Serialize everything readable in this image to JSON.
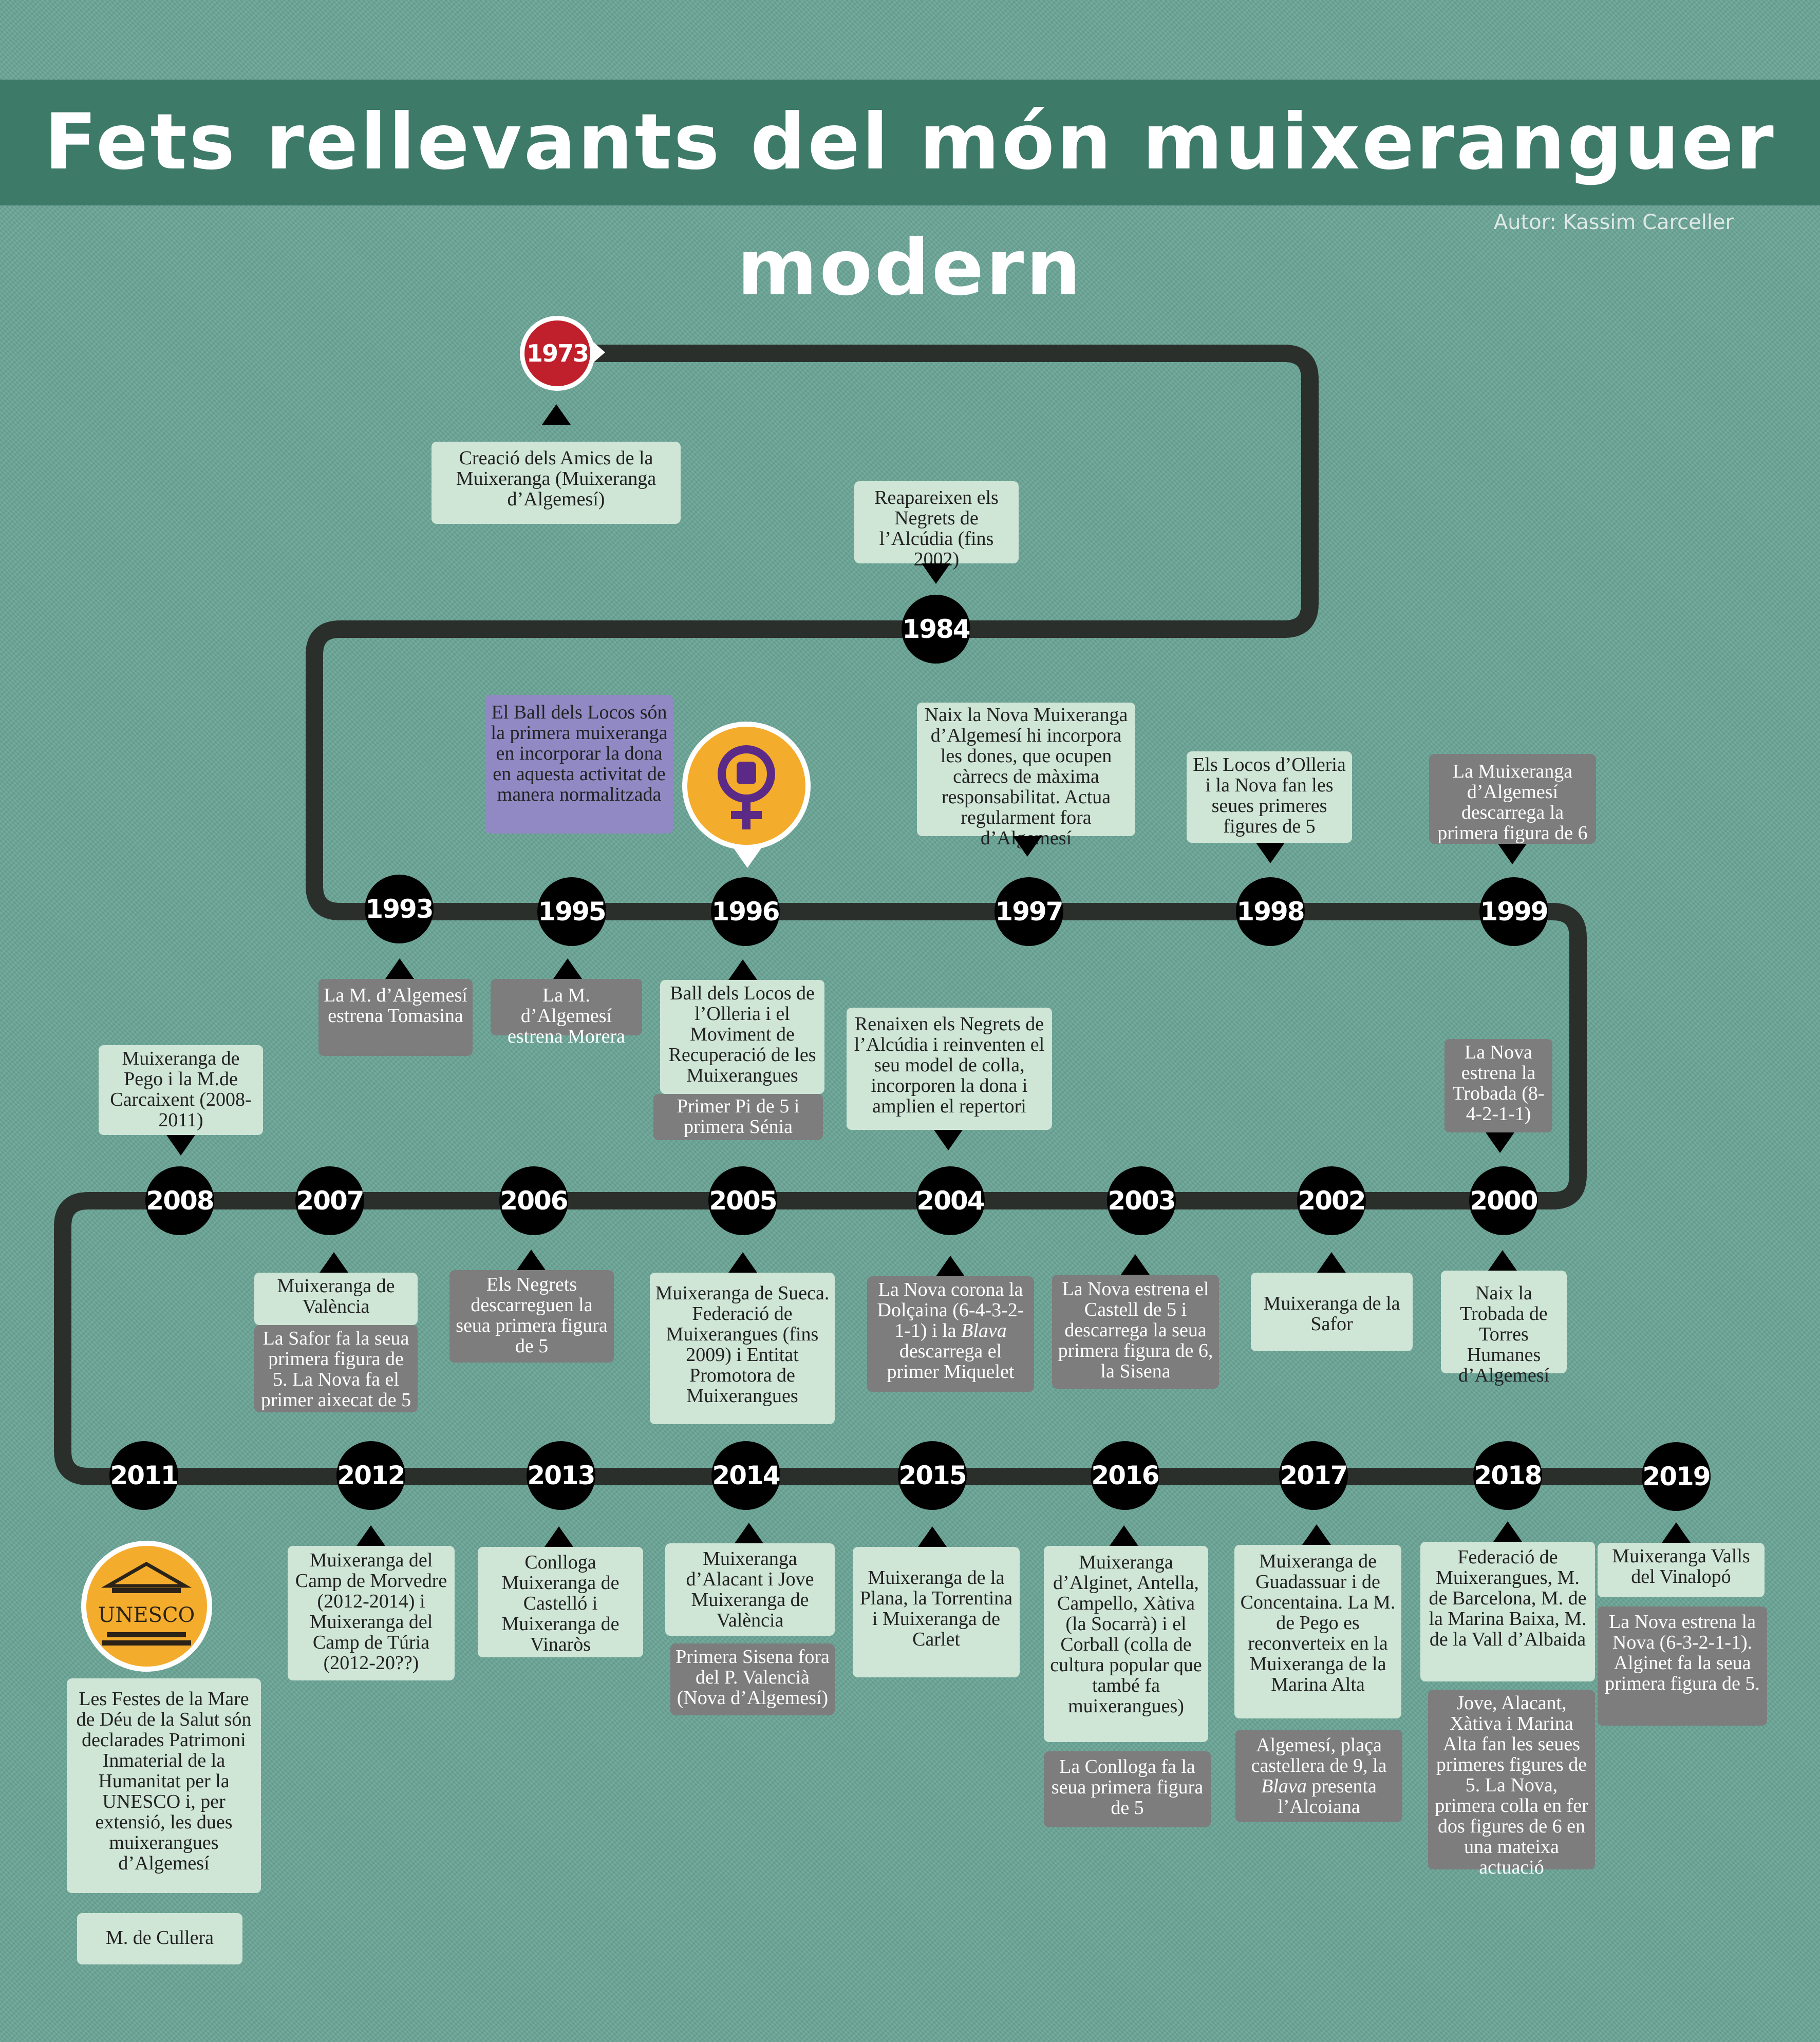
{
  "header": {
    "title": "Fets rellevants del món muixeranguer modern",
    "author": "Autor: Kassim Carceller"
  },
  "colors": {
    "background": "#6aa596",
    "banner": "#3d7a67",
    "track": "#2b2f2c",
    "start_node": "#c0202b",
    "light_box": "#cfe5d6",
    "gray_box": "#7d7d7d",
    "purple_box": "#9089c4",
    "badge": "#f4ac2d"
  },
  "icons": {
    "women": "female-fist-symbol-icon",
    "unesco": "unesco-temple-icon"
  },
  "unesco_logo_text": "UNESCO",
  "years": [
    "1973",
    "1984",
    "1993",
    "1995",
    "1996",
    "1997",
    "1998",
    "1999",
    "2000",
    "2002",
    "2003",
    "2004",
    "2005",
    "2006",
    "2007",
    "2008",
    "2011",
    "2012",
    "2013",
    "2014",
    "2015",
    "2016",
    "2017",
    "2018",
    "2019"
  ],
  "events": [
    {
      "year": "1973",
      "text": "Creació dels Amics de la Muixeranga (Muixeranga d’Algemesí)"
    },
    {
      "year": "1984",
      "text": "Reapareixen els Negrets de l’Alcúdia (fins 2002)"
    },
    {
      "year": "1993",
      "text": "La M. d’Algemesí estrena Tomasina"
    },
    {
      "year": "1995",
      "text": "El Ball dels Locos són la primera muixeranga en incorporar la dona en aquesta activitat de manera normalitzada"
    },
    {
      "year": "1995b",
      "text": "La M. d’Algemesí estrena Morera"
    },
    {
      "year": "1996",
      "text": "Ball dels Locos de l’Olleria i el Moviment de Recuperació de les Muixerangues"
    },
    {
      "year": "1996b",
      "text": "Primer Pi de 5 i primera Sénia"
    },
    {
      "year": "1997",
      "text": "Naix la Nova Muixeranga d’Algemesí hi incorpora les dones, que ocupen càrrecs de màxima responsabilitat. Actua regularment fora d’Algemesí"
    },
    {
      "year": "1998",
      "text": "Els Locos d’Olleria i la Nova fan les seues primeres figures de 5"
    },
    {
      "year": "1999",
      "text": "La Muixeranga d’Algemesí descarrega la primera figura de 6"
    },
    {
      "year": "2000a",
      "text": "La Nova estrena la Trobada (8-4-2-1-1)"
    },
    {
      "year": "2000",
      "text": "Naix la Trobada de Torres Humanes d’Algemesí"
    },
    {
      "year": "2002",
      "text": "Muixeranga de la Safor"
    },
    {
      "year": "2003",
      "text": "La Nova estrena el Castell de 5 i descarrega la seua primera figura de 6, la Sisena"
    },
    {
      "year": "2004a",
      "text": "Renaixen els Negrets de l’Alcúdia i reinventen el seu model de colla, incorporen la dona i amplien el repertori"
    },
    {
      "year": "2004",
      "text_1": "La Nova corona la Dolçaina (6-4-3-2-1-1) i la ",
      "text_em": "Blava",
      "text_2": " descarrega el primer Miquelet"
    },
    {
      "year": "2005",
      "text": "Muixeranga de Sueca. Federació de Muixerangues (fins 2009) i Entitat Promotora de Muixerangues"
    },
    {
      "year": "2006",
      "text": "Els Negrets descarreguen la seua primera figura de 5"
    },
    {
      "year": "2007",
      "text": "Muixeranga de València"
    },
    {
      "year": "2007b",
      "text": "La Safor fa la seua primera figura de 5. La Nova fa el primer aixecat de 5"
    },
    {
      "year": "2008",
      "text": "Muixeranga de Pego i la  M.de Carcaixent (2008-2011)"
    },
    {
      "year": "2011",
      "text": "Les Festes de la Mare de Déu de la Salut són declarades Patrimoni Inmaterial de la Humanitat per la UNESCO i, per extensió, les dues muixerangues d’Algemesí"
    },
    {
      "year": "2011b",
      "text": "M. de Cullera"
    },
    {
      "year": "2012",
      "text": "Muixeranga del Camp de Morvedre (2012-2014) i Muixeranga del Camp de Túria (2012-20??)"
    },
    {
      "year": "2013",
      "text": "Conlloga Muixeranga de Castelló i Muixeranga de Vinaròs"
    },
    {
      "year": "2014",
      "text": "Muixeranga d’Alacant i Jove Muixeranga de València"
    },
    {
      "year": "2014b",
      "text": "Primera Sisena fora del P. Valencià (Nova d’Algemesí)"
    },
    {
      "year": "2015",
      "text": "Muixeranga de la Plana, la Torrentina i  Muixeranga de Carlet"
    },
    {
      "year": "2016",
      "text": "Muixeranga d’Alginet, Antella, Campello, Xàtiva (la Socarrà) i el Corball (colla de cultura popular que també fa muixerangues)"
    },
    {
      "year": "2016b",
      "text": "La Conlloga fa la seua primera figura de 5"
    },
    {
      "year": "2017",
      "text": "Muixeranga de Guadassuar i de Concentaina. La M. de Pego es reconverteix en la Muixeranga de la Marina Alta"
    },
    {
      "year": "2017b",
      "text_1": "Algemesí, plaça castellera de 9, la ",
      "text_em": "Blava",
      "text_2": " presenta l’Alcoiana"
    },
    {
      "year": "2018",
      "text": "Federació de Muixerangues, M. de  Barcelona, M. de la Marina Baixa, M. de la Vall d’Albaida"
    },
    {
      "year": "2018b",
      "text": "Jove, Alacant, Xàtiva i Marina Alta fan les seues primeres figures de 5. La Nova, primera colla en fer dos figures de 6 en una mateixa actuació"
    },
    {
      "year": "2019",
      "text": "Muixeranga Valls del Vinalopó"
    },
    {
      "year": "2019b",
      "text": "La Nova estrena la Nova (6-3-2-1-1). Alginet fa la seua primera figura de 5."
    }
  ]
}
